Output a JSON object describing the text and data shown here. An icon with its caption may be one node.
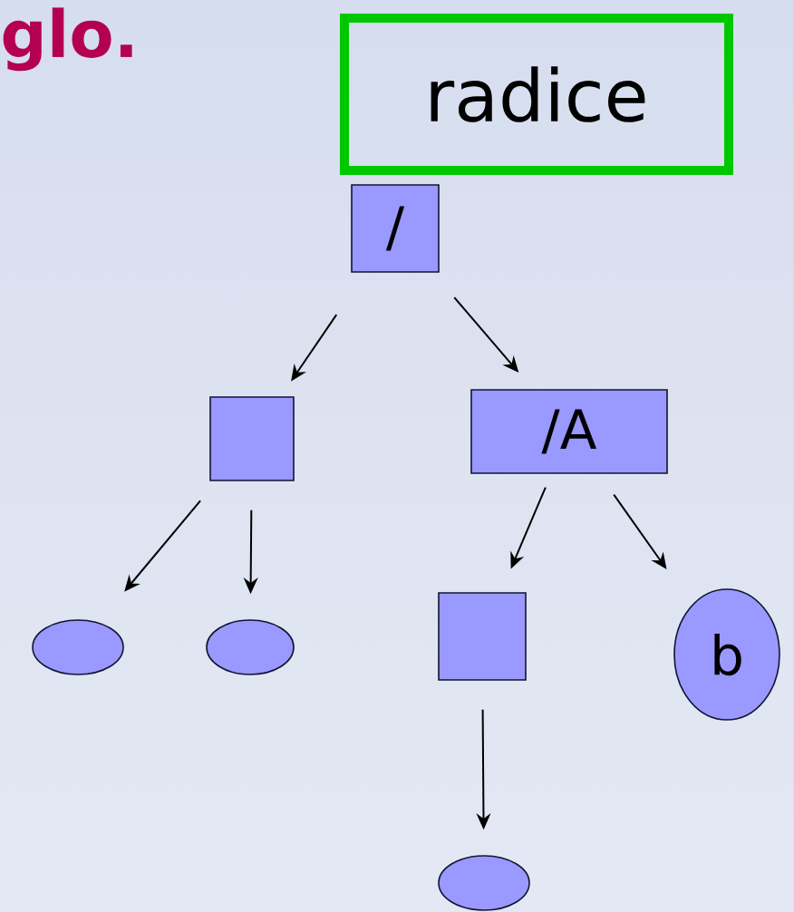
{
  "diagram": {
    "nodes": [
      {
        "text": [
          "radice"
        ]
      },
      {
        "text": [
          "/"
        ]
      },
      {
        "text": [],
        "shape": "box"
      },
      {
        "text": [
          "/A"
        ]
      },
      {
        "text": [],
        "shape": "ellipse"
      },
      {
        "text": [],
        "shape": "ellipse"
      },
      {
        "text": [],
        "shape": "box"
      },
      {
        "text": [
          "b"
        ]
      },
      {
        "text": [],
        "shape": "ellipse"
      }
    ],
    "edges": [
      {
        "from": 1,
        "to": 2,
        "arrow": "to"
      },
      {
        "from": 1,
        "to": 3,
        "arrow": "to"
      },
      {
        "from": 2,
        "to": 4,
        "arrow": "to"
      },
      {
        "from": 2,
        "to": 5,
        "arrow": "to"
      },
      {
        "from": 3,
        "to": 6,
        "arrow": "to"
      },
      {
        "from": 3,
        "to": 7,
        "arrow": "to"
      },
      {
        "from": 6,
        "to": 8,
        "arrow": "to"
      }
    ],
    "labels": [
      "glo."
    ]
  }
}
